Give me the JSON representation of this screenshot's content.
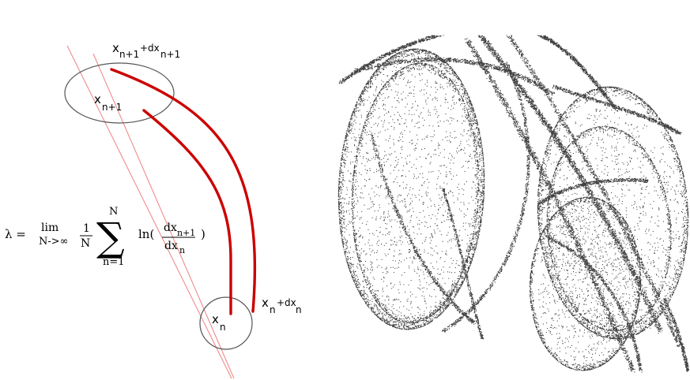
{
  "diagram": {
    "labels": {
      "x_n1_dx_base": "x",
      "x_n1_dx_sub1": "n+1",
      "x_n1_dx_plus": "+dx",
      "x_n1_dx_sub2": "n+1",
      "x_n1_base": "x",
      "x_n1_sub": "n+1",
      "x_n_base": "x",
      "x_n_sub": "n",
      "x_n_dx_base": "x",
      "x_n_dx_sub1": "n",
      "x_n_dx_plus": "+dx",
      "x_n_dx_sub2": "n"
    },
    "formula": {
      "lambda": "λ =",
      "lim": "lim",
      "lim_sub": "N->∞",
      "frac_num": "1",
      "frac_den": "N",
      "sum_top": "N",
      "sum_symbol": "∑",
      "sum_bottom": "n=1",
      "ln": "ln(",
      "inner_num": "dx",
      "inner_num_sub": "n+1",
      "inner_den": "dx",
      "inner_den_sub": "n",
      "close": ")"
    },
    "colors": {
      "trajectory": "#cc0000",
      "tangent": "#f08080",
      "circle": "#555555",
      "attractor": "#000000"
    }
  }
}
